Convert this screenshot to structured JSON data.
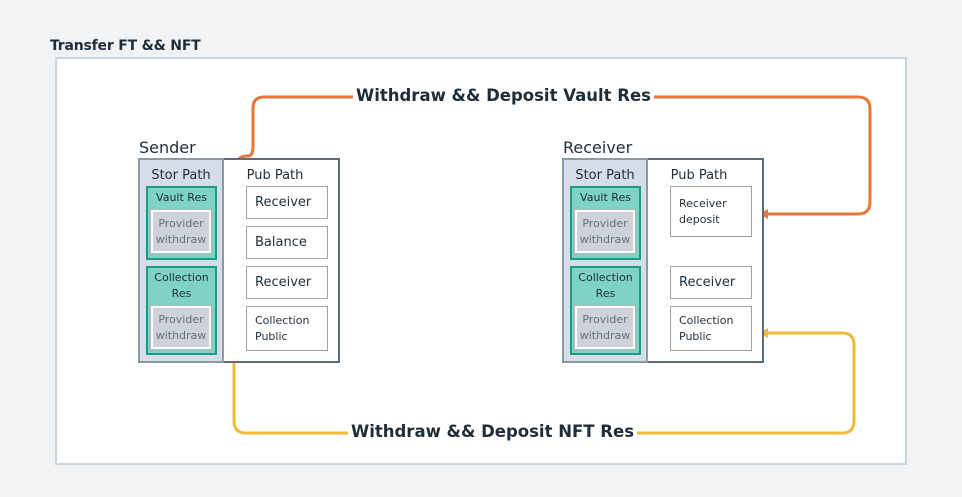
{
  "title": "Transfer FT && NFT",
  "colors": {
    "ft_flow": "#e5773a",
    "nft_flow": "#f2b83a",
    "resource": "#7ed3c4",
    "resource_border": "#1a9b86"
  },
  "sender": {
    "label": "Sender",
    "stor_path": "Stor Path",
    "pub_path": "Pub Path",
    "vault_res": "Vault Res",
    "vault_provider": "Provider withdraw",
    "collection_res": "Collection Res",
    "collection_provider": "Provider withdraw",
    "pub_items": [
      "Receiver",
      "Balance",
      "Receiver",
      "Collection Public"
    ]
  },
  "receiver": {
    "label": "Receiver",
    "stor_path": "Stor Path",
    "pub_path": "Pub Path",
    "vault_res": "Vault Res",
    "vault_provider": "Provider withdraw",
    "collection_res": "Collection Res",
    "collection_provider": "Provider withdraw",
    "pub_items": [
      "Receiver deposit",
      "Receiver",
      "Collection Public"
    ]
  },
  "flows": {
    "ft": "Withdraw && Deposit Vault Res",
    "nft": "Withdraw && Deposit NFT Res"
  }
}
